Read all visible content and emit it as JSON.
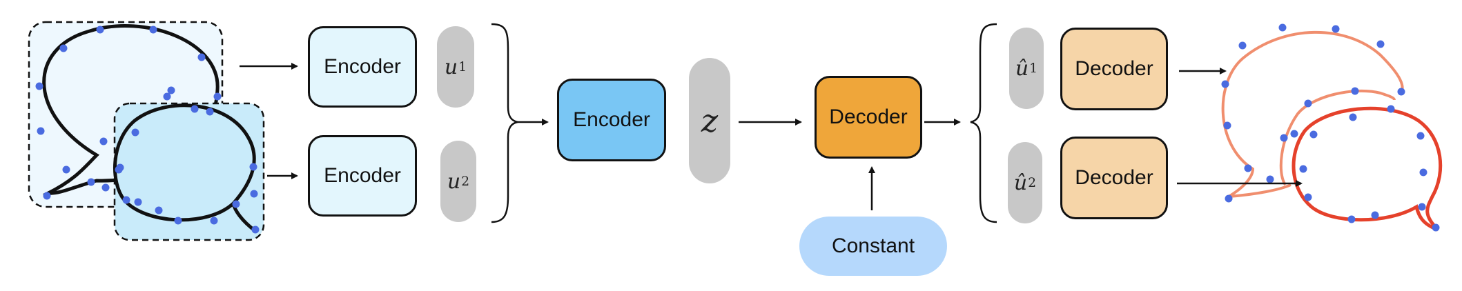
{
  "encoders": {
    "encoder_1_label": "Encoder",
    "encoder_2_label": "Encoder",
    "main_label": "Encoder"
  },
  "decoders": {
    "main_label": "Decoder",
    "decoder_1_label": "Decoder",
    "decoder_2_label": "Decoder"
  },
  "latents": {
    "u1": {
      "symbol": "u",
      "subscript": "1"
    },
    "u2": {
      "symbol": "u",
      "subscript": "2"
    },
    "z": {
      "symbol": "z"
    },
    "u1_hat": {
      "symbol": "û",
      "subscript": "1"
    },
    "u2_hat": {
      "symbol": "û",
      "subscript": "2"
    }
  },
  "constant_label": "Constant",
  "colors": {
    "encoder_small": "#e3f6fd",
    "encoder_main": "#79c6f4",
    "decoder_main": "#efa63a",
    "decoder_small": "#f6d5a8",
    "latent": "#c8c8c8",
    "constant": "#b5d8fc",
    "control_point": "#4a6be0",
    "output_light": "#f08e6e",
    "output_dark": "#e5412b"
  }
}
